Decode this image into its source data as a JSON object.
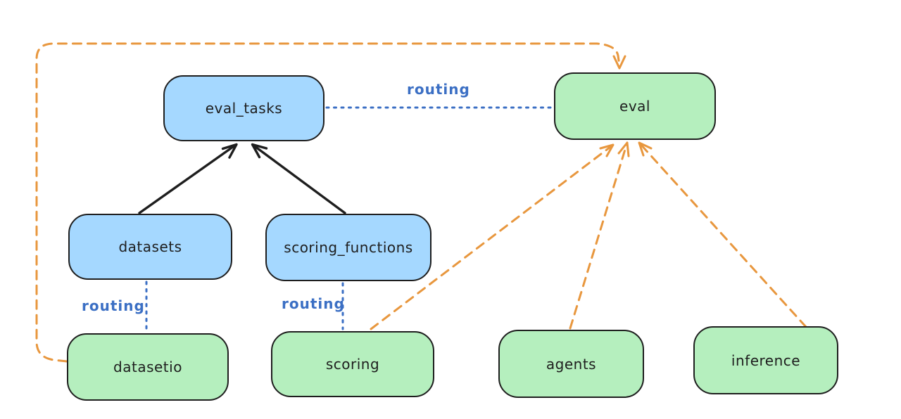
{
  "colors": {
    "background": "#ffffff",
    "ink": "#1e1e1e",
    "blue_fill": "#a5d8ff",
    "green_fill": "#b5efbe",
    "routing_blue": "#3b6fc4",
    "orange": "#e8973e"
  },
  "labels": {
    "routing": "routing"
  },
  "nodes": {
    "eval_tasks": {
      "label": "eval_tasks",
      "fill": "blue"
    },
    "eval": {
      "label": "eval",
      "fill": "green"
    },
    "datasets": {
      "label": "datasets",
      "fill": "blue"
    },
    "scoring_functions": {
      "label": "scoring_functions",
      "fill": "blue"
    },
    "datasetio": {
      "label": "datasetio",
      "fill": "green"
    },
    "scoring": {
      "label": "scoring",
      "fill": "green"
    },
    "agents": {
      "label": "agents",
      "fill": "green"
    },
    "inference": {
      "label": "inference",
      "fill": "green"
    }
  },
  "edges": [
    {
      "from": "datasets",
      "to": "eval_tasks",
      "type": "solid-arrow",
      "color": "ink",
      "label": ""
    },
    {
      "from": "scoring_functions",
      "to": "eval_tasks",
      "type": "solid-arrow",
      "color": "ink",
      "label": ""
    },
    {
      "from": "eval_tasks",
      "to": "eval",
      "type": "dotted",
      "color": "routing_blue",
      "label": "routing"
    },
    {
      "from": "datasets",
      "to": "datasetio",
      "type": "dotted",
      "color": "routing_blue",
      "label": "routing"
    },
    {
      "from": "scoring_functions",
      "to": "scoring",
      "type": "dotted",
      "color": "routing_blue",
      "label": "routing"
    },
    {
      "from": "scoring",
      "to": "eval",
      "type": "dashed-arrow",
      "color": "orange",
      "label": ""
    },
    {
      "from": "agents",
      "to": "eval",
      "type": "dashed-arrow",
      "color": "orange",
      "label": ""
    },
    {
      "from": "inference",
      "to": "eval",
      "type": "dashed-arrow",
      "color": "orange",
      "label": ""
    },
    {
      "from": "datasetio",
      "to": "eval",
      "type": "dashed-arrow",
      "color": "orange",
      "label": "",
      "route": "around-left-and-top"
    }
  ]
}
